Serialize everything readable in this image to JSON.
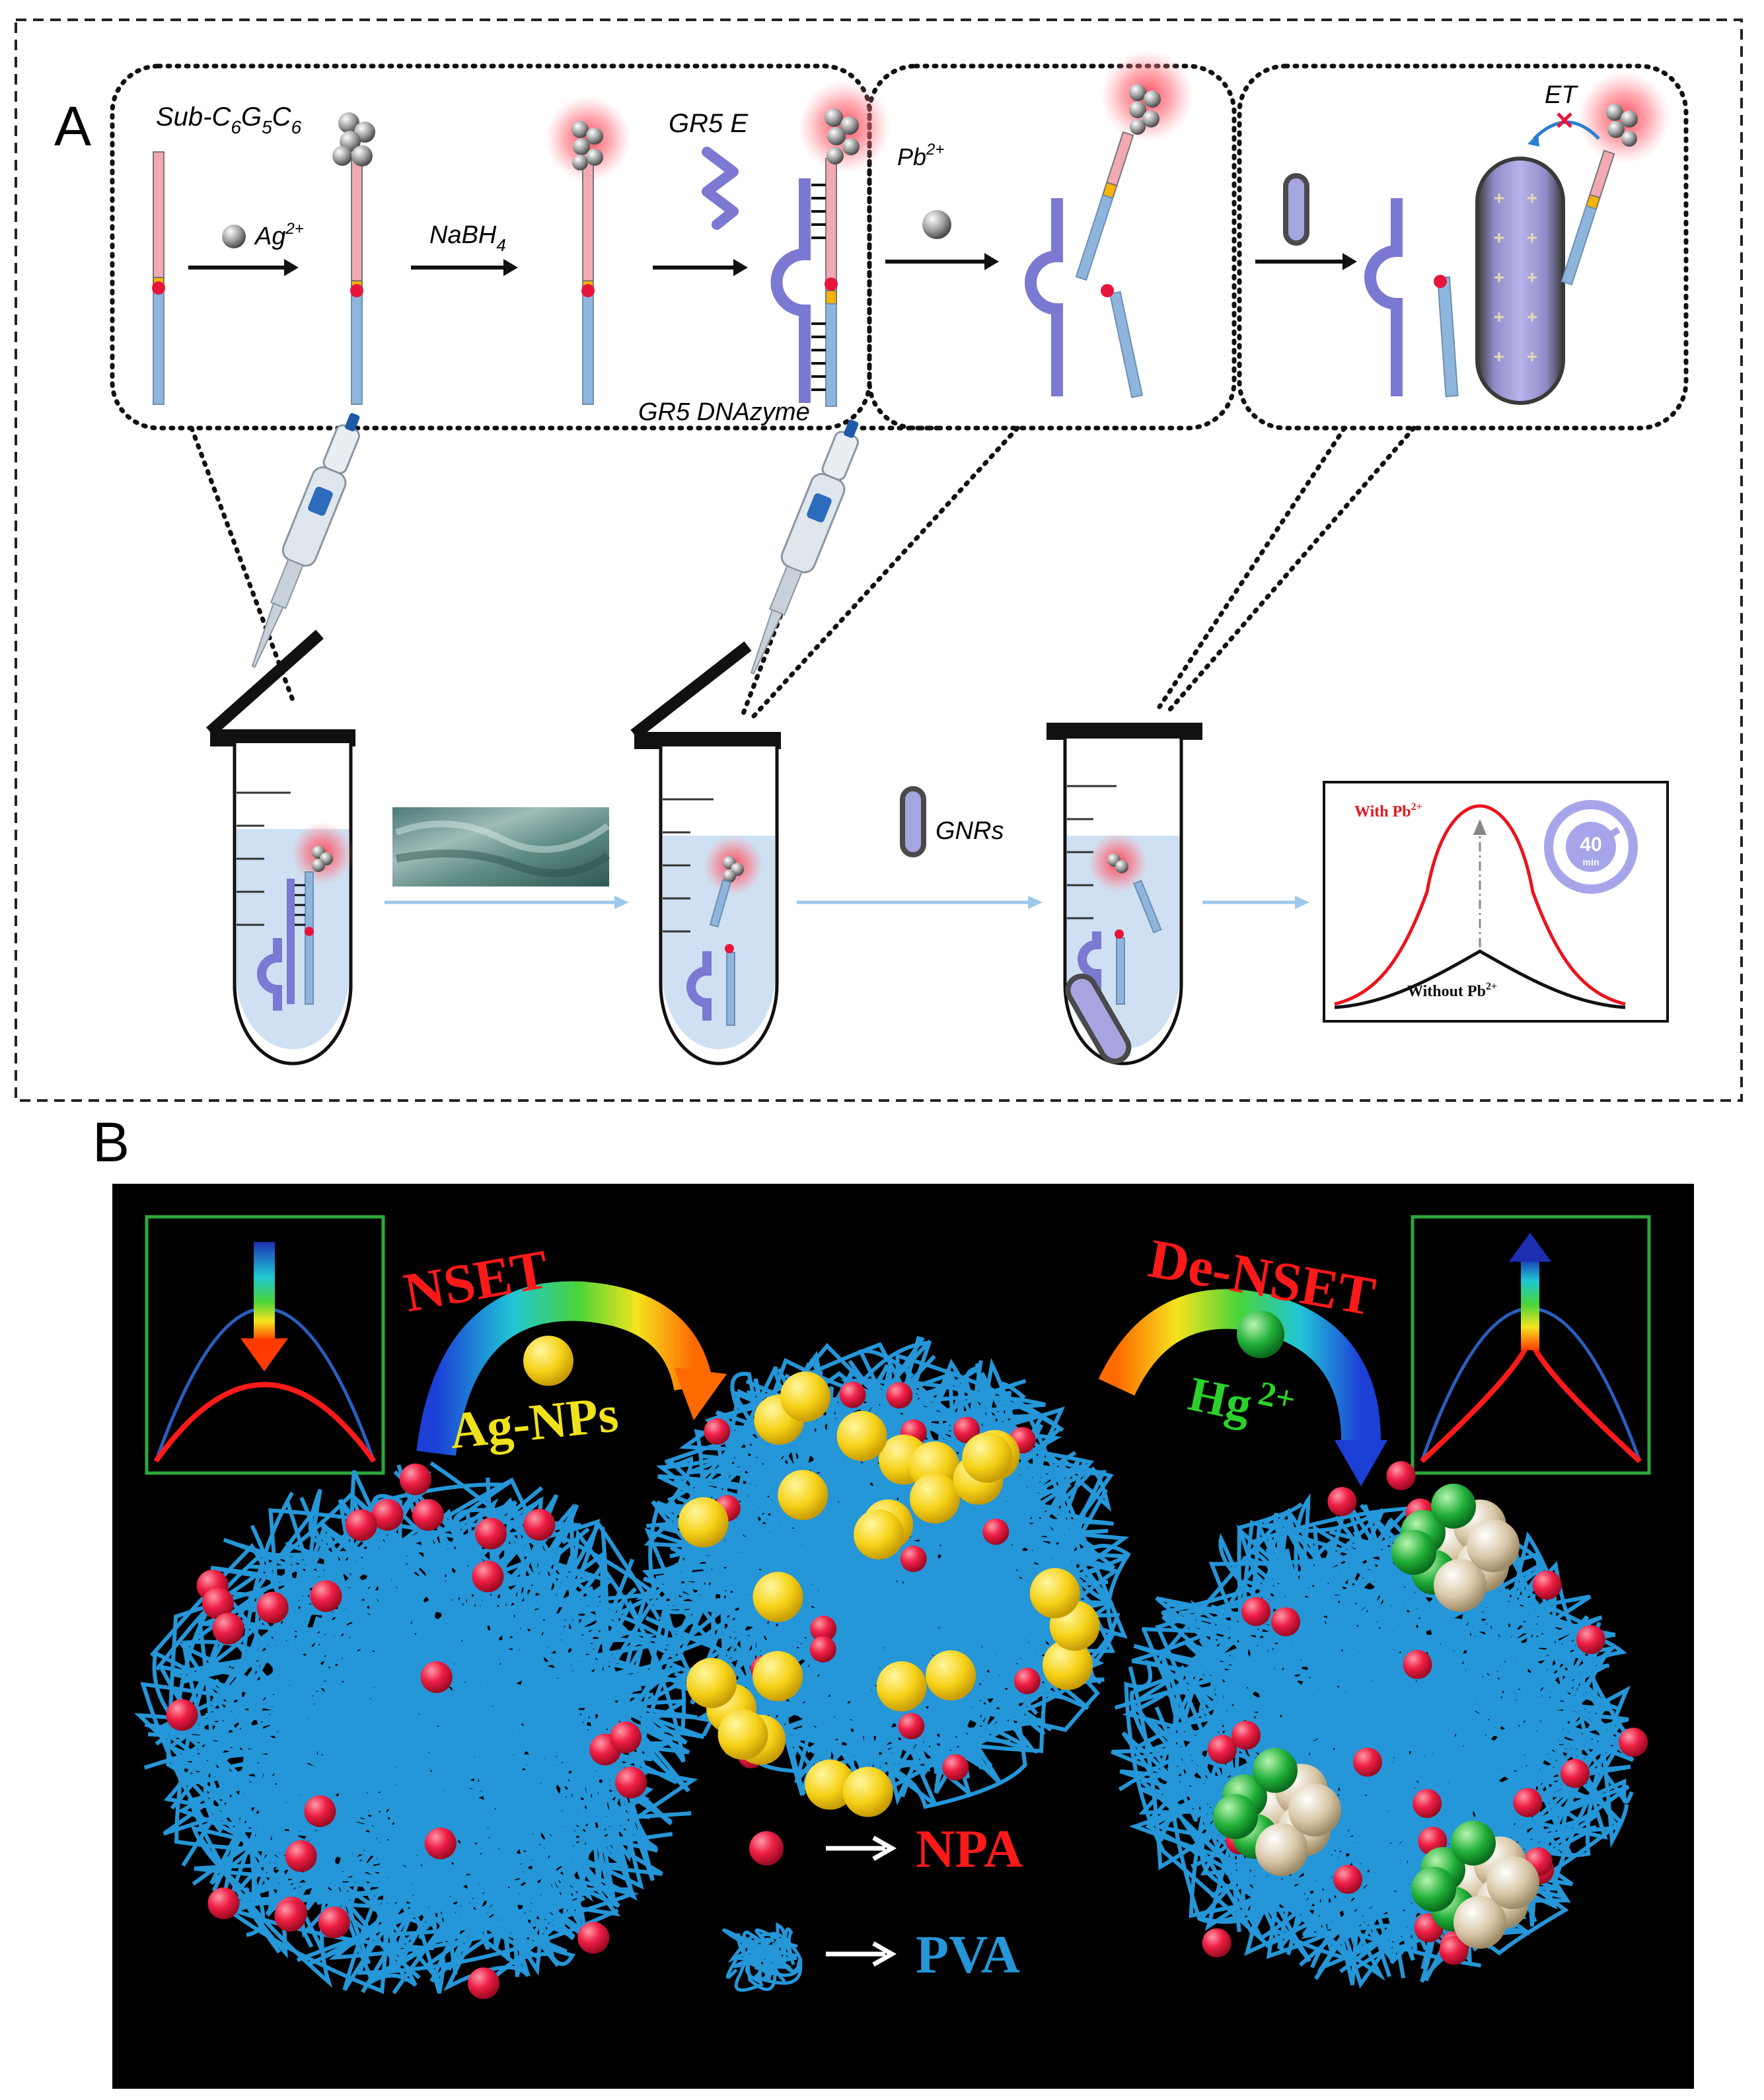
{
  "panel_a": {
    "label": "A",
    "substrate_label": "Sub-C",
    "substrate_sub1": "6",
    "substrate_G": "G",
    "substrate_sub2": "5",
    "substrate_C": "C",
    "substrate_sub3": "6",
    "ag_label": "Ag",
    "ag_sup": "2+",
    "nabh_label": "NaBH",
    "nabh_sub": "4",
    "gr5e_label": "GR5 E",
    "dnazyme_label": "GR5 DNAzyme",
    "pb_label": "Pb",
    "pb_sup": "2+",
    "et_label": "ET",
    "gnrs_label": "GNRs",
    "curve_with": "With Pb",
    "curve_with_sup": "2+",
    "curve_without": "Without Pb",
    "curve_without_sup": "2+",
    "timer_value": "40",
    "timer_unit": "min"
  },
  "panel_b": {
    "label": "B",
    "nset_label": "NSET",
    "agnps_label": "Ag-NPs",
    "denset_label": "De-NSET",
    "hg_label": "Hg",
    "hg_sup": "2+",
    "legend_npa": "NPA",
    "legend_pva": "PVA",
    "colors": {
      "background": "#000000",
      "polymer": "#2596d8",
      "npa_dot": "#e8153a",
      "ag_np": "#f7d51d",
      "hg_green": "#22b43a",
      "hg_tan": "#d9c8a8",
      "box_border": "#2aa83a",
      "arrow_text_red": "#ff1a1a",
      "arrow_text_yellow": "#f0e21a",
      "arrow_text_green": "#2bd12b"
    }
  },
  "colors": {
    "strand_blue": "#8eb6dd",
    "strand_pink": "#f2a9b3",
    "strand_yellow": "#f5b400",
    "dnazyme_purple": "#7b79d1",
    "glow_red": "#ff4a5a",
    "flow_arrow": "#9ec8ec",
    "tube_liquid": "#cfe0f3"
  }
}
